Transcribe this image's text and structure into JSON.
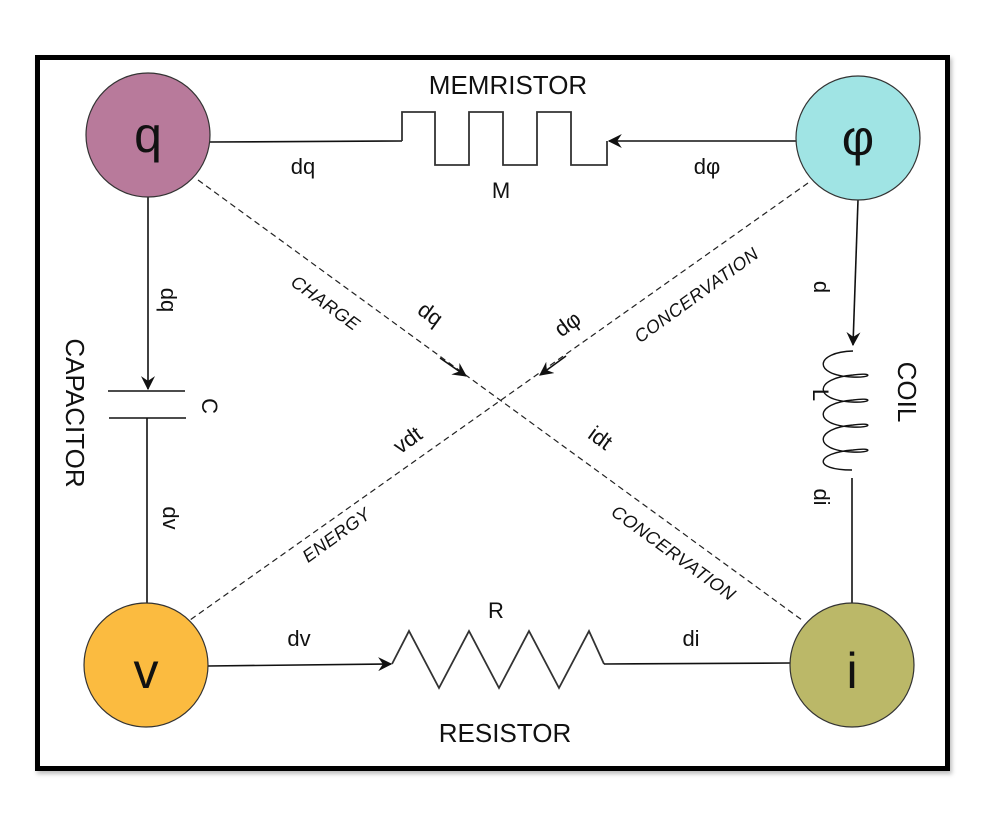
{
  "diagram": {
    "nodes": {
      "q": {
        "label": "q",
        "color": "#B87A9B"
      },
      "phi": {
        "label": "φ",
        "color": "#A0E4E4"
      },
      "v": {
        "label": "v",
        "color": "#FBBB40"
      },
      "i": {
        "label": "i",
        "color": "#BBB868"
      }
    },
    "memristor": {
      "title": "MEMRISTOR",
      "symbol": "M",
      "left_label": "dq",
      "right_label": "dφ"
    },
    "capacitor": {
      "title": "CAPACITOR",
      "symbol": "C",
      "top_label": "dq",
      "bottom_label": "dv"
    },
    "coil": {
      "title": "COIL",
      "symbol": "L",
      "top_label": "d",
      "bottom_label": "di"
    },
    "resistor": {
      "title": "RESISTOR",
      "symbol": "R",
      "left_label": "dv",
      "right_label": "di"
    },
    "diagonals": {
      "charge_label": "CHARGE",
      "charge_arrow_label": "dq",
      "flux_arrow_label": "dφ",
      "upper_conservation_label": "CONCERVATION",
      "energy_label": "ENERGY",
      "vdt_label": "vdt",
      "idt_label": "idt",
      "lower_conservation_label": "CONCERVATION"
    }
  }
}
